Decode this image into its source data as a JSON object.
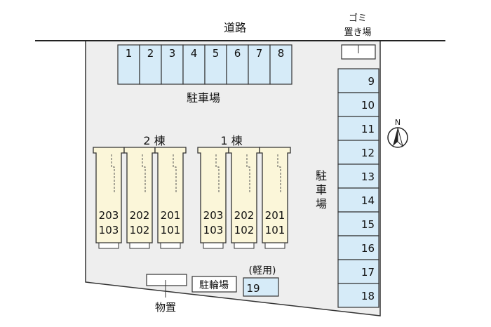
{
  "map": {
    "road_label": "道路",
    "garbage_label_line1": "ゴミ",
    "garbage_label_line2": "置き場",
    "parking_label_top": "駐車場",
    "parking_label_right": [
      "駐",
      "車",
      "場"
    ],
    "top_parking_numbers": [
      "1",
      "2",
      "3",
      "4",
      "5",
      "6",
      "7",
      "8"
    ],
    "right_parking_numbers": [
      "9",
      "10",
      "11",
      "12",
      "13",
      "14",
      "15",
      "16",
      "17",
      "18"
    ],
    "building_2_label": "2 棟",
    "building_1_label": "1 棟",
    "building_2_units": [
      {
        "upper": "203",
        "lower": "103"
      },
      {
        "upper": "202",
        "lower": "102"
      },
      {
        "upper": "201",
        "lower": "101"
      }
    ],
    "building_1_units": [
      {
        "upper": "203",
        "lower": "103"
      },
      {
        "upper": "202",
        "lower": "102"
      },
      {
        "upper": "201",
        "lower": "101"
      }
    ],
    "light_car_label": "(軽用)",
    "light_car_space": "19",
    "bicycle_parking_label": "駐輪場",
    "storage_label": "物置",
    "compass_label": "N",
    "colors": {
      "lot": "#eeeeee",
      "parking": "#d6ebf8",
      "building": "#fbf6d9",
      "line": "#333333"
    }
  }
}
